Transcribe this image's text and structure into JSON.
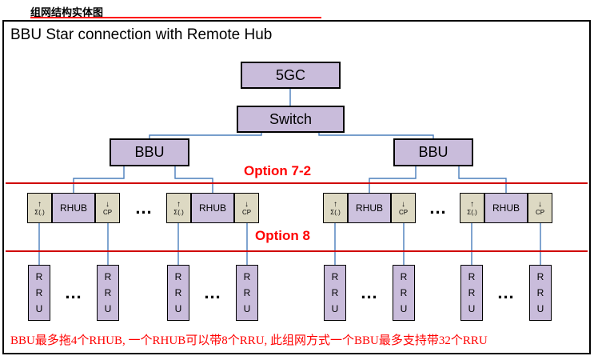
{
  "page_title": "组网结构实体图",
  "diagram": {
    "title": "BBU Star connection with Remote Hub",
    "core_label": "5GC",
    "switch_label": "Switch",
    "bbu_label": "BBU",
    "option72_label": "Option 7-2",
    "option8_label": "Option 8",
    "rhub": {
      "up_arrow": "↑",
      "sigma": "Σ(.)",
      "label": "RHUB",
      "down_arrow": "↓",
      "cp": "CP"
    },
    "rru_letters": [
      "R",
      "R",
      "U"
    ],
    "ellipsis": "...",
    "footnote": "BBU最多拖4个RHUB, 一个RHUB可以带8个RRU, 此组网方式一个BBU最多支持带32个RRU",
    "colors": {
      "node_fill": "#c9bcdb",
      "port_fill": "#ddd9c3",
      "connector": "#4a7ebb",
      "divider_red": "#d00000",
      "accent_red": "#ff0000"
    }
  }
}
